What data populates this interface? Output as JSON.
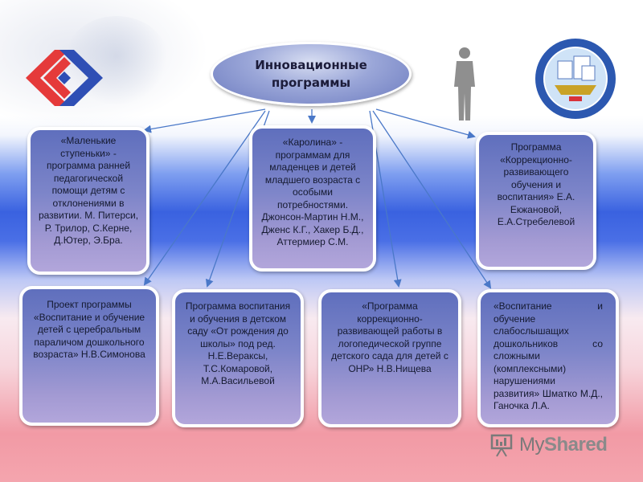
{
  "title": "Инновационные программы",
  "boxes": [
    "«Маленькие ступеньки» - программа ранней педагогической помощи детям с отклонениями в развитии. М. Питерси, Р. Трилор, С.Керне, Д.Ютер, Э.Бра.",
    "«Каролина» - программам для младенцев и детей младшего возраста с особыми потребностями. Джонсон-Мартин Н.М., Дженс К.Г., Хакер Б.Д., Аттермиер С.М.",
    "Программа «Коррекционно-развивающего обучения и воспитания» Е.А. Екжановой, Е.А.Стребелевой",
    "Проект программы «Воспитание и обучение детей с церебральным параличом дошкольного возраста» Н.В.Симонова",
    "Программа воспитания и обучения в детском саду «От рождения до школы» под ред. Н.Е.Вераксы, Т.С.Комаровой, М.А.Васильевой",
    "«Программа коррекционно-развивающей работы в логопедической группе детского сада для детей с ОНР» Н.В.Нищева",
    "«Воспитание и обучение слабослышащих дошкольников со сложными (комплексными) нарушениями развития» Шматко М.Д., Ганочка Л.А."
  ],
  "watermark": {
    "my": "My",
    "shared": "Shared"
  },
  "colors": {
    "box_top": "#5f6fbd",
    "box_bottom": "#b2a6db",
    "oval": "#9aa6d8",
    "arrow": "#4a78c8",
    "logo_red": "#e53a3a",
    "logo_blue": "#2f4fb5"
  },
  "icons": [
    "double-arrow-logo",
    "person-silhouette-icon",
    "institute-seal",
    "presentation-icon"
  ]
}
